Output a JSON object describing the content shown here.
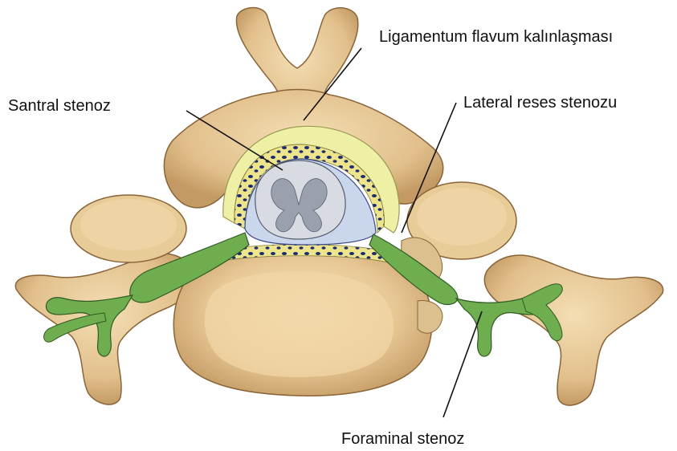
{
  "labels": {
    "ligamentum": "Ligamentum flavum kalınlaşması",
    "santral": "Santral stenoz",
    "lateral": "Lateral reses stenozu",
    "foraminal": "Foraminal stenoz"
  },
  "colors": {
    "bone": "#e9cf9f",
    "bone_shadow": "#b98f5c",
    "bone_outline": "#6d4d2a",
    "ligament": "#eef0a6",
    "fat": "#f0e68c",
    "fat_dots": "#1b2a7a",
    "nerve": "#6fae4f",
    "nerve_outline": "#2f5b22",
    "cord": "#cfd2db",
    "cord_gray": "#9aa0ad",
    "dura": "#c9d6ec",
    "leader_lines": "#111111"
  }
}
